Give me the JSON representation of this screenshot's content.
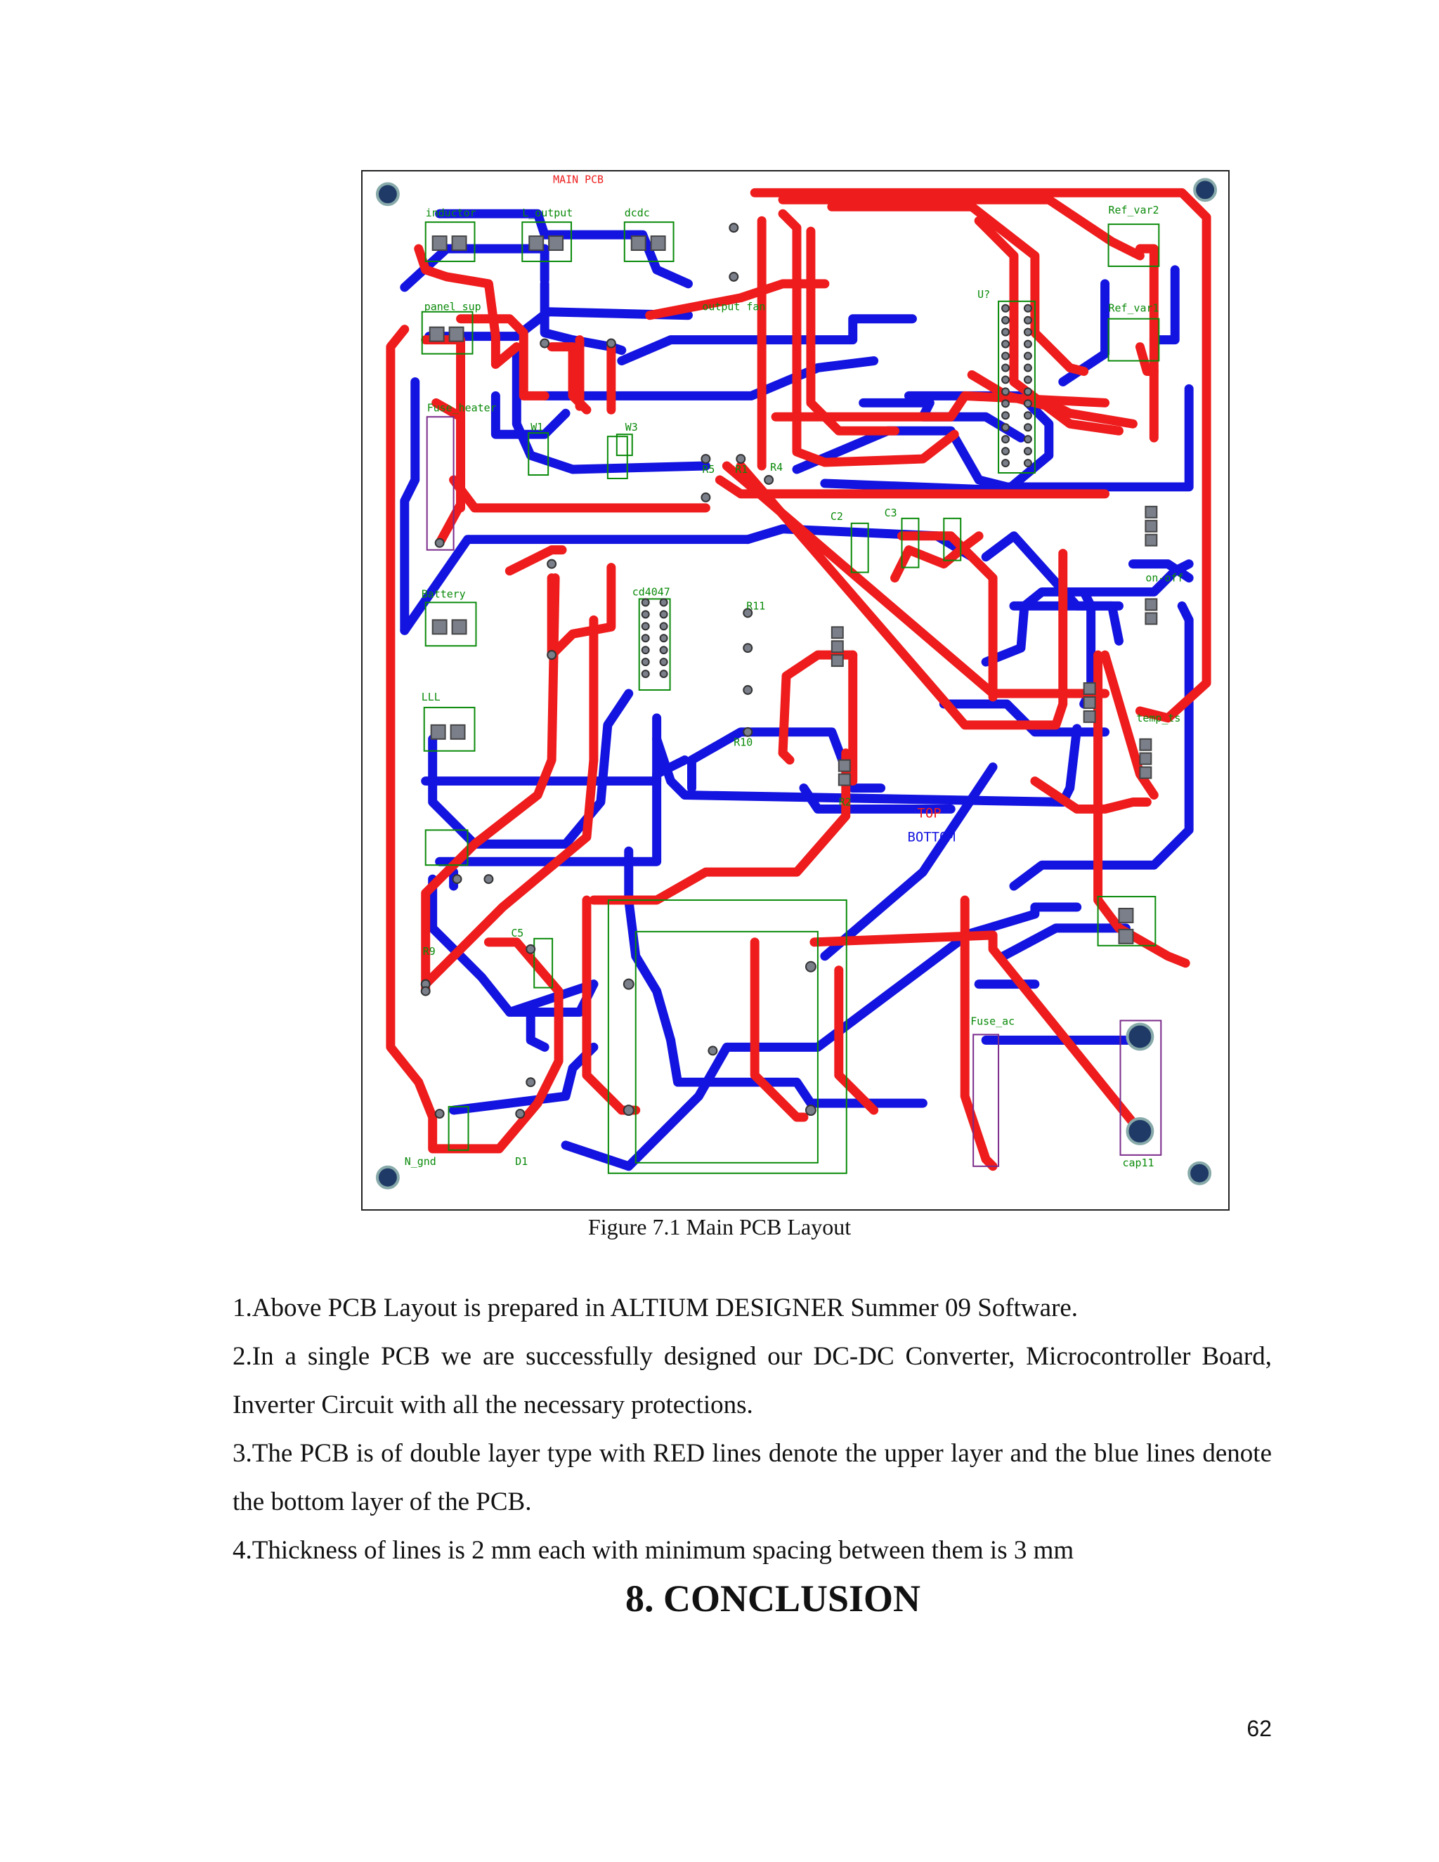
{
  "figure": {
    "caption": "Figure 7.1 Main PCB Layout",
    "board_title": "MAIN PCB",
    "layer_top": "TOP",
    "layer_bottom": "BOTTOM",
    "labels": {
      "inductor": "inductor",
      "l_output": "L_output",
      "dcdc": "dcdc",
      "panel_sup": "panel sup",
      "fuse_heater": "Fuse_heater",
      "output_fan": "output fan",
      "ref_var2": "Ref_var2",
      "ref_var1": "Ref_var1",
      "u7": "U?",
      "w1": "W1",
      "w3": "W3",
      "r5": "R5",
      "r1": "R1",
      "r4": "R4",
      "c2": "C2",
      "c3": "C3",
      "battery": "Battery",
      "cd4047": "cd4047",
      "r11": "R11",
      "r10": "R10",
      "on_off": "on-off",
      "temp_ts": "temp_ts",
      "lll": "LLL",
      "c5": "C5",
      "fuse_ac": "Fuse_ac",
      "cap11": "cap11",
      "n_gnd": "N_gnd",
      "d1": "D1",
      "r2": "R2",
      "r9": "R9"
    },
    "colors": {
      "top_layer": "#ee1c1c",
      "bottom_layer": "#1414e0",
      "silkscreen": "#0a8a0a",
      "pad": "#7a7f8a",
      "mounting_hole": "#1f3a66"
    }
  },
  "body": {
    "p1": "1.Above PCB Layout is prepared in ALTIUM DESIGNER Summer 09 Software.",
    "p2": "2.In a single PCB we are successfully designed our DC-DC Converter, Microcontroller Board, Inverter Circuit with all the necessary protections.",
    "p3": "3.The PCB is of double layer type with RED lines denote the upper layer and the blue lines denote the bottom layer of the PCB.",
    "p4": "4.Thickness of lines is 2 mm each with minimum spacing between them is 3 mm"
  },
  "heading": "8.  CONCLUSION",
  "page_number": "62"
}
